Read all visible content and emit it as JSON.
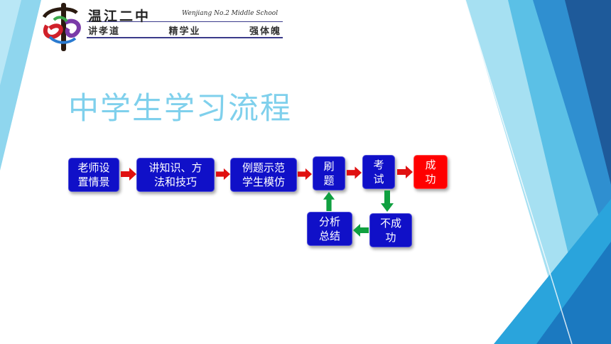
{
  "logo": {
    "school_name": "温江二中",
    "english_name": "Wenjiang No.2 Middle School",
    "motto": [
      "讲孝道",
      "精学业",
      "强体魄"
    ]
  },
  "title": "中学生学习流程",
  "flow": {
    "steps": [
      {
        "id": "setup",
        "label": "老师设\n置情景"
      },
      {
        "id": "lecture",
        "label": "讲知识、方\n法和技巧"
      },
      {
        "id": "imitate",
        "label": "例题示范\n学生模仿"
      },
      {
        "id": "practice",
        "label": "刷\n题"
      },
      {
        "id": "exam",
        "label": "考\n试"
      },
      {
        "id": "success",
        "label": "成\n功"
      },
      {
        "id": "fail",
        "label": "不成\n功"
      },
      {
        "id": "analyze",
        "label": "分析\n总结"
      }
    ]
  },
  "colors": {
    "box": "#1010c8",
    "success_box": "#ff0000",
    "arrow_forward": "#e01010",
    "arrow_feedback": "#10a040",
    "title": "#7fd0ec",
    "deco_light": "#9fdff2",
    "deco_mid": "#3fb4e0",
    "deco_dark": "#1e5a9a"
  }
}
